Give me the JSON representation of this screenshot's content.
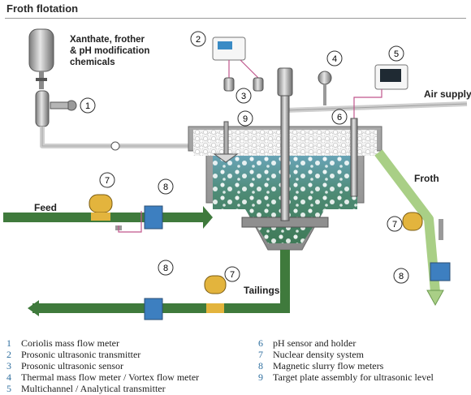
{
  "title": "Froth flotation",
  "diagram": {
    "chemicals_label": [
      "Xanthate, frother",
      "& pH modification",
      "chemicals"
    ],
    "air_supply": "Air supply",
    "feed": "Feed",
    "froth": "Froth",
    "tailings": "Tailings",
    "callouts": [
      "1",
      "2",
      "3",
      "4",
      "5",
      "6",
      "7",
      "8",
      "9",
      "7",
      "8",
      "8",
      "7"
    ]
  },
  "legend": [
    {
      "num": "1",
      "text": "Coriolis mass flow meter"
    },
    {
      "num": "2",
      "text": "Prosonic ultrasonic transmitter"
    },
    {
      "num": "3",
      "text": "Prosonic ultrasonic sensor"
    },
    {
      "num": "4",
      "text": "Thermal mass flow meter / Vortex flow meter"
    },
    {
      "num": "5",
      "text": "Multichannel / Analytical transmitter"
    },
    {
      "num": "6",
      "text": "pH sensor and holder"
    },
    {
      "num": "7",
      "text": "Nuclear density system"
    },
    {
      "num": "8",
      "text": "Magnetic slurry flow meters"
    },
    {
      "num": "9",
      "text": "Target plate assembly for ultrasonic level"
    }
  ],
  "colors": {
    "pipe_green": "#3f7a3c",
    "slurry_green": "#5f9a6e",
    "froth_pipe": "#a9cf86",
    "air_blue": "#6fa3c8",
    "callout_border": "#2e2e2e",
    "legend_number": "#2f6f9f"
  }
}
